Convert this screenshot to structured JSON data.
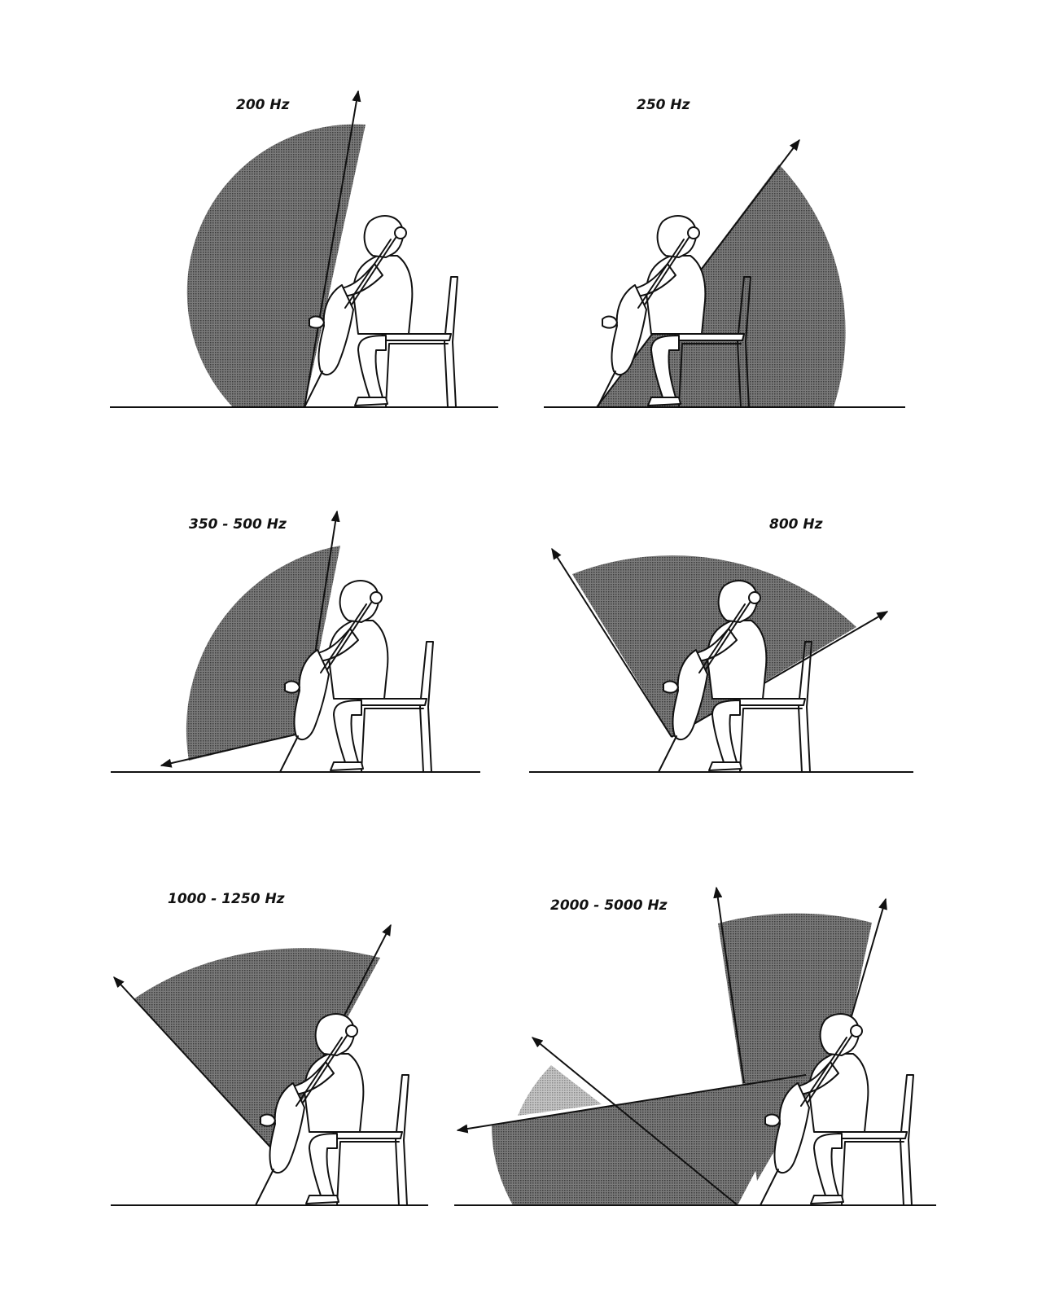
{
  "panels": [
    {
      "label": "200 Hz"
    },
    {
      "label": "250 Hz"
    },
    {
      "label": "350 - 500 Hz"
    },
    {
      "label": "800 Hz"
    },
    {
      "label": "1000 - 1250 Hz"
    },
    {
      "label": "2000 - 5000 Hz"
    }
  ],
  "colors": {
    "sector_dark": "#5a5a5a",
    "sector_light": "#a8a8a8",
    "line": "#111111"
  },
  "icons": [
    "cellist-seated-figure",
    "chair",
    "cello",
    "direction-arrow"
  ]
}
